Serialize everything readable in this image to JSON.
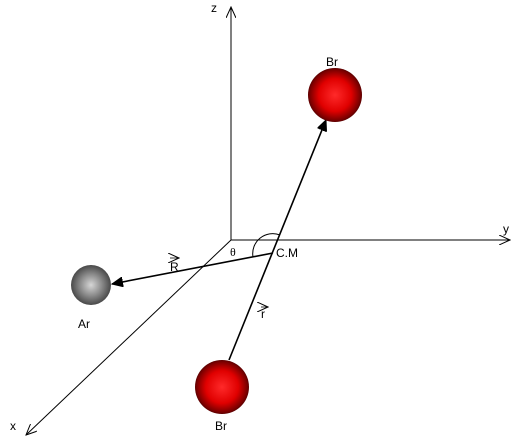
{
  "axes": {
    "x": "x",
    "y": "y",
    "z": "z"
  },
  "atoms": {
    "br_top": "Br",
    "br_bottom": "Br",
    "ar": "Ar"
  },
  "labels": {
    "center_of_mass": "C.M",
    "theta": "θ",
    "R_vector": "R",
    "r_vector": "r"
  },
  "colors": {
    "bromine": "#e00000",
    "argon": "#808080",
    "lines": "#000000"
  }
}
